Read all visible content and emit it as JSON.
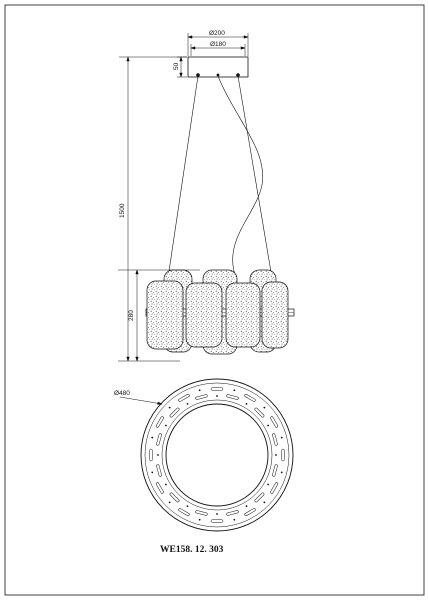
{
  "dimensions": {
    "canopy_outer": "Ø200",
    "canopy_inner": "Ø180",
    "canopy_height": "50",
    "total_height": "1500",
    "body_height": "280",
    "body_diameter": "Ø480"
  },
  "model_code": "WE158. 12. 303",
  "colors": {
    "line": "#111111",
    "background": "#ffffff"
  }
}
